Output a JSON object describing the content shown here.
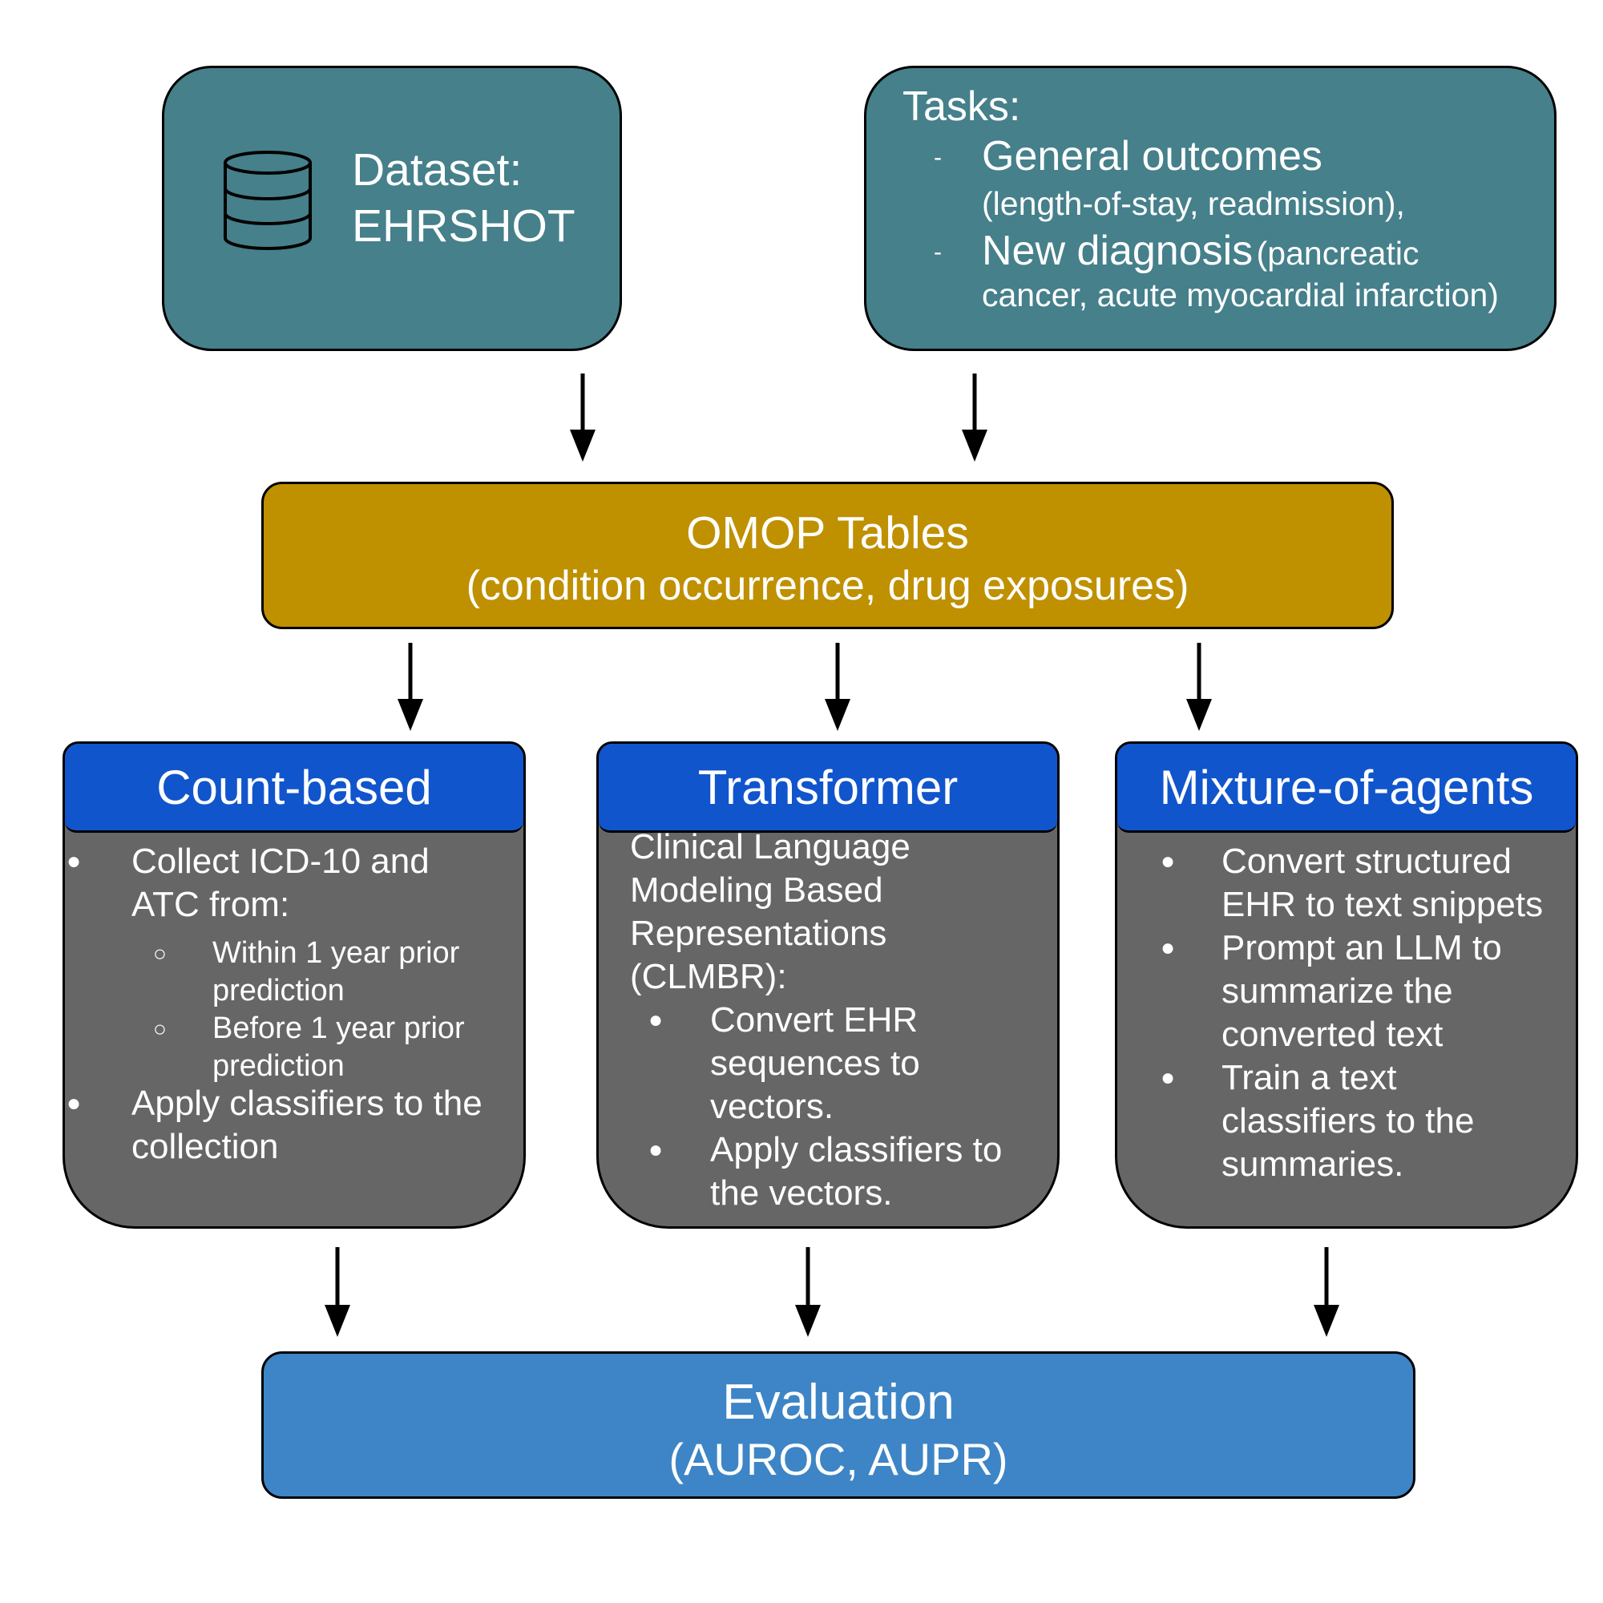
{
  "dataset": {
    "line1": "Dataset:",
    "line2": "EHRSHOT",
    "icon": "database-icon"
  },
  "tasks": {
    "title": "Tasks:",
    "dash": "-",
    "item1_main": "General outcomes",
    "item1_detail": "(length-of-stay, readmission),",
    "item2_main": "New diagnosis",
    "item2_detail_a": "(pancreatic",
    "item2_detail_b": "cancer, acute myocardial infarction)"
  },
  "omop": {
    "title": "OMOP Tables",
    "subtitle": "(condition occurrence, drug exposures)"
  },
  "count_based": {
    "title": "Count-based",
    "b1_l1": "Collect ICD-10 and",
    "b1_l2": "ATC from:",
    "s1_l1": "Within 1 year prior",
    "s1_l2": "prediction",
    "s2_l1": "Before 1 year prior",
    "s2_l2": "prediction",
    "b2_l1": "Apply classifiers to the",
    "b2_l2": "collection"
  },
  "transformer": {
    "title": "Transformer",
    "intro_l1": "Clinical Language",
    "intro_l2": "Modeling Based",
    "intro_l3": "Representations",
    "intro_l4": "(CLMBR):",
    "b1_l1": "Convert EHR",
    "b1_l2": "sequences to",
    "b1_l3": "vectors.",
    "b2_l1": "Apply classifiers to",
    "b2_l2": "the vectors."
  },
  "mixture": {
    "title": "Mixture-of-agents",
    "b1_l1": "Convert structured",
    "b1_l2": "EHR to text snippets",
    "b2_l1": "Prompt an LLM to",
    "b2_l2": "summarize the",
    "b2_l3": "converted text",
    "b3_l1": "Train a text",
    "b3_l2": "classifiers to the",
    "b3_l3": "summaries."
  },
  "evaluation": {
    "title": "Evaluation",
    "subtitle": "(AUROC, AUPR)"
  },
  "bullet": "●",
  "sub_bullet": "○",
  "colors": {
    "teal": "#45808b",
    "omop": "#bf9000",
    "card_header": "#1155cc",
    "card_body": "#666666",
    "evaluation": "#3d85c6"
  }
}
